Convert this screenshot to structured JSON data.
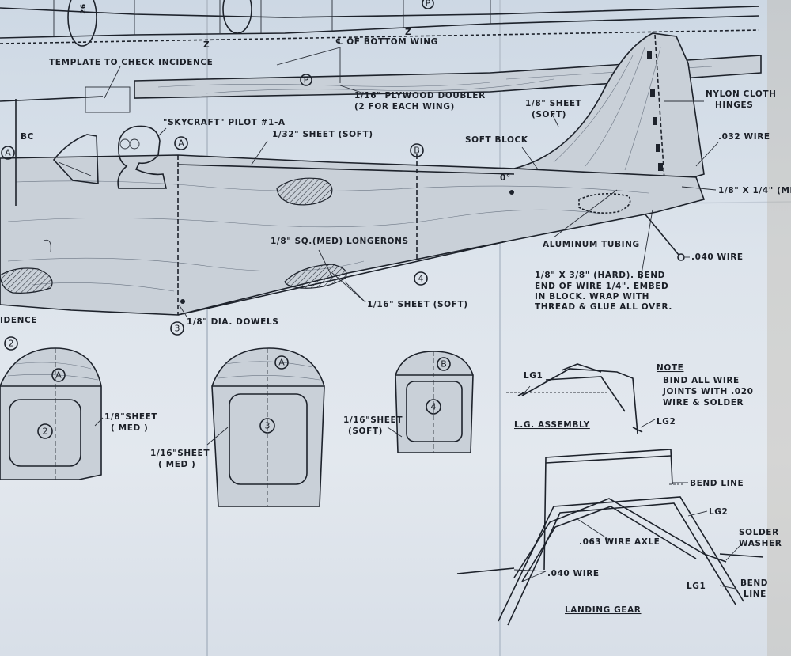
{
  "labels": {
    "template": "TEMPLATE TO CHECK INCIDENCE",
    "cl_bottom_wing": "℄ OF BOTTOM WING",
    "plywood_1": "1/16\" PLYWOOD DOUBLER",
    "plywood_2": "(2 FOR EACH WING)",
    "pilot": "\"SKYCRAFT\" PILOT #1-A",
    "sheet_132": "1/32\" SHEET (SOFT)",
    "sheet_18_1": "1/8\" SHEET",
    "sheet_18_2": "(SOFT)",
    "nylon_1": "NYLON CLOTH",
    "nylon_2": "HINGES",
    "soft_block": "SOFT BLOCK",
    "wire_032": ".032 WIRE",
    "partial_right": "1/8\" X 1/4\" (ME",
    "bc": "BC",
    "zero_deg": "0°",
    "aluminum": "ALUMINUM TUBING",
    "wire_040_top": ".040 WIRE",
    "longerons": "1/8\" SQ.(MED) LONGERONS",
    "hard_1": "1/8\" X 3/8\" (HARD). BEND",
    "hard_2": "END OF WIRE 1/4\". EMBED",
    "hard_3": "IN BLOCK. WRAP WITH",
    "hard_4": "THREAD & GLUE ALL OVER.",
    "sheet_116_soft": "1/16\" SHEET (SOFT)",
    "dowels": "1/8\" DIA. DOWELS",
    "incidence_partial": "IDENCE",
    "f2_sheet_1": "1/8\"SHEET",
    "f2_sheet_2": "( MED )",
    "f3_sheet_1": "1/16\"SHEET",
    "f3_sheet_2": "( MED )",
    "f4_sheet_1": "1/16\"SHEET",
    "f4_sheet_2": "(SOFT)",
    "note_title": "NOTE",
    "note_1": "BIND ALL WIRE",
    "note_2": "JOINTS WITH .020",
    "note_3": "WIRE & SOLDER",
    "lg1_top": "LG1",
    "lg2_top": "LG2",
    "lg_assembly": "L.G. ASSEMBLY",
    "bend_line_top": "BEND LINE",
    "lg2_mid": "LG2",
    "solder_1": "SOLDER",
    "solder_2": "WASHER",
    "axle": ".063 WIRE AXLE",
    "wire_040_bottom": ".040 WIRE",
    "lg1_bottom": "LG1",
    "bend_2": "BEND",
    "bend_3": "LINE",
    "landing_gear": "LANDING GEAR",
    "z1": "Z",
    "z2": "Z",
    "rib_26": "26"
  },
  "markers": {
    "A": "A",
    "B": "B",
    "P": "P",
    "n2": "2",
    "n3": "3",
    "n4": "4"
  }
}
